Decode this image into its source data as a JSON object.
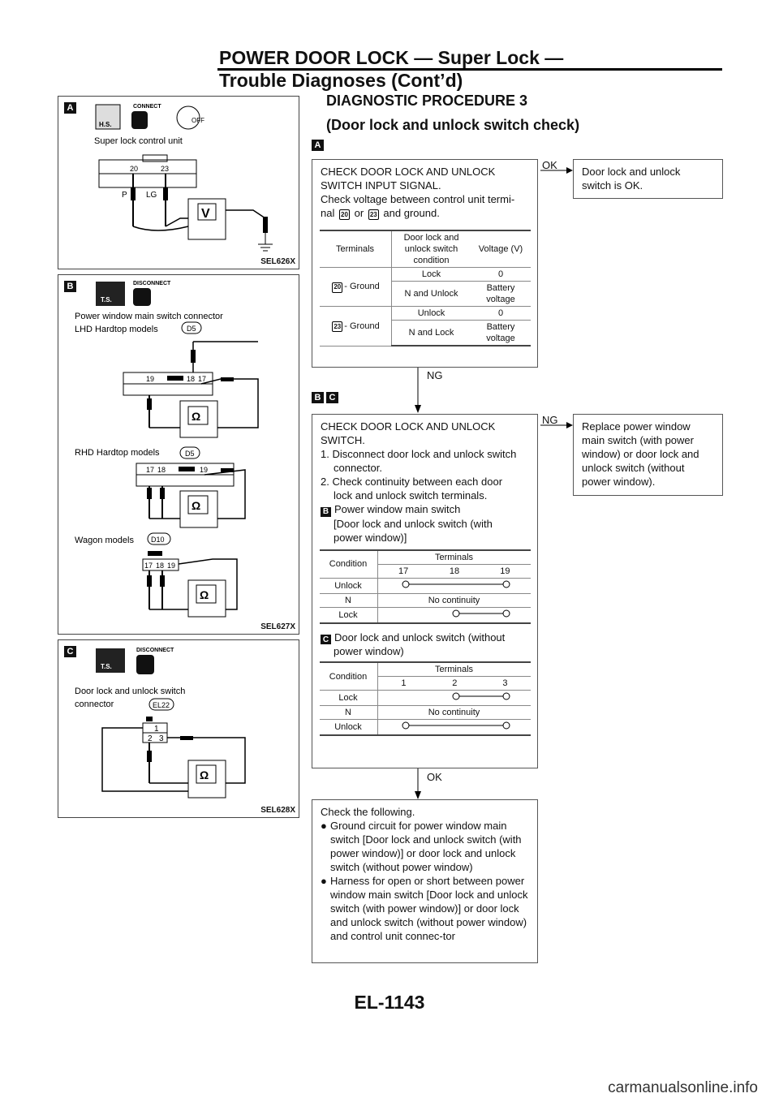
{
  "header": {
    "line1": "POWER DOOR LOCK — Super Lock —",
    "line2": "Trouble Diagnoses (Cont’d)"
  },
  "procedure": {
    "title": "DIAGNOSTIC PROCEDURE 3",
    "subtitle": "(Door lock and unlock switch check)"
  },
  "badges": {
    "a": "A",
    "b": "B",
    "c": "C"
  },
  "figures": {
    "a": {
      "code": "SEL626X",
      "hs": "H.S.",
      "connect": "CONNECT",
      "off": "OFF",
      "unit": "Super lock control unit",
      "pin1": "20",
      "pin2": "23",
      "wire1": "P",
      "wire2": "LG",
      "meter": "V"
    },
    "b": {
      "code": "SEL627X",
      "ts": "T.S.",
      "disconnect": "DISCONNECT",
      "label1": "Power window main switch connector",
      "label2": "LHD Hardtop models",
      "conn1": "D5",
      "pins1": [
        "19",
        "18",
        "17"
      ],
      "label3": "RHD Hardtop models",
      "conn2": "D5",
      "pins2": [
        "17",
        "18",
        "19"
      ],
      "label4": "Wagon models",
      "conn3": "D10",
      "pins3": [
        "17",
        "18",
        "19"
      ],
      "ohm": "Ω"
    },
    "c": {
      "code": "SEL628X",
      "ts": "T.S.",
      "disconnect": "DISCONNECT",
      "label1": "Door lock and unlock switch",
      "label2": "connector",
      "conn": "EL22",
      "pins": [
        "1",
        "2",
        "3"
      ],
      "ohm": "Ω"
    }
  },
  "step1": {
    "lines": [
      "CHECK DOOR LOCK AND UNLOCK",
      "SWITCH INPUT SIGNAL.",
      "Check voltage between control unit termi-"
    ],
    "line4_pre": "nal",
    "line4_pin1": "20",
    "line4_mid": "or",
    "line4_pin2": "23",
    "line4_post": "and ground.",
    "table": {
      "headers": [
        "Terminals",
        "Door lock and unlock switch condition",
        "Voltage (V)"
      ],
      "rows": [
        {
          "term_pin": "20",
          "term": "- Ground",
          "cond": "Lock",
          "volt": "0"
        },
        {
          "cond": "N and Unlock",
          "volt": "Battery voltage"
        },
        {
          "term_pin": "23",
          "term": "- Ground",
          "cond": "Unlock",
          "volt": "0"
        },
        {
          "cond": "N and Lock",
          "volt": "Battery voltage"
        }
      ]
    },
    "ok": "OK",
    "ng": "NG"
  },
  "result_ok": {
    "lines": [
      "Door lock and unlock",
      "switch is OK."
    ]
  },
  "step2": {
    "lines": [
      "CHECK DOOR LOCK AND UNLOCK",
      "SWITCH.",
      "1. Disconnect door lock and unlock switch",
      "connector.",
      "2. Check continuity between each door",
      "lock and unlock switch terminals."
    ],
    "b_lines": [
      "Power window main switch",
      "[Door lock and unlock switch (with",
      "power window)]"
    ],
    "table_b": {
      "condition": "Condition",
      "terminals": "Terminals",
      "cols": [
        "17",
        "18",
        "19"
      ],
      "rows": [
        "Unlock",
        "N",
        "Lock"
      ],
      "no_cont": "No continuity"
    },
    "c_lines": [
      "Door lock and unlock switch (without",
      "power window)"
    ],
    "table_c": {
      "condition": "Condition",
      "terminals": "Terminals",
      "cols": [
        "1",
        "2",
        "3"
      ],
      "rows": [
        "Lock",
        "N",
        "Unlock"
      ],
      "no_cont": "No continuity"
    },
    "ng": "NG",
    "ok": "OK"
  },
  "result_ng": {
    "lines": [
      "Replace power window",
      "main switch (with power",
      "window) or door lock and",
      "unlock switch (without",
      "power window)."
    ]
  },
  "step3": {
    "intro": "Check the following.",
    "bullets": [
      "Ground circuit for power window main switch [Door lock and unlock switch (with power window)] or door lock and unlock switch (without power window)",
      "Harness for open or short between power window main switch [Door lock and unlock switch (with power window)] or door lock and unlock switch (without power window) and control unit connec-tor"
    ]
  },
  "footer": {
    "page": "EL-1143"
  },
  "watermark": "carmanualsonline.info"
}
